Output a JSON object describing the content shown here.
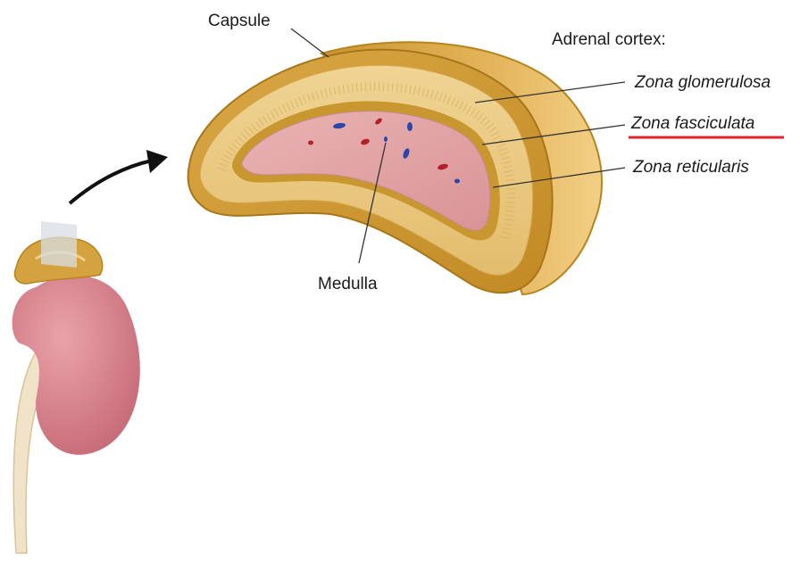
{
  "labels": {
    "capsule": "Capsule",
    "adrenal_cortex": "Adrenal cortex:",
    "zona_glomerulosa": "Zona glomerulosa",
    "zona_fasciculata": "Zona fasciculata",
    "zona_reticularis": "Zona reticularis",
    "medulla": "Medulla"
  },
  "highlight": {
    "label": "zona_fasciculata",
    "underline_color": "#e3242b"
  },
  "colors": {
    "capsule": "#c9962e",
    "cortex": "#e9c77f",
    "medulla": "#e1a3a5",
    "kidney": "#d9828c",
    "red_cells": "#b3202a",
    "blue_cells": "#2946a8"
  }
}
